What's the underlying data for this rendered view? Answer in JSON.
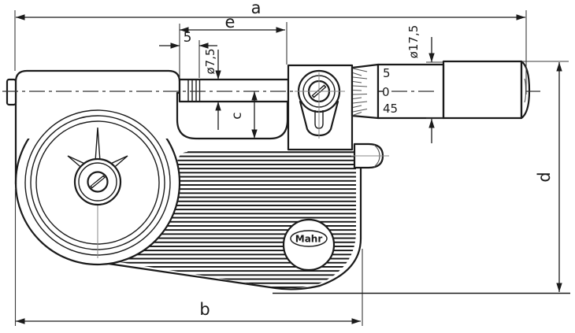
{
  "drawing": {
    "logo": "Mahr",
    "dimension_labels": {
      "a": "a",
      "e": "e",
      "b": "b",
      "c": "c",
      "d": "d",
      "tip_length": "5",
      "spindle_diameter": "ø7,5",
      "thimble_diameter": "ø17,5"
    },
    "thimble_scale": {
      "top": "5",
      "zero": "0",
      "bottom": "45"
    }
  }
}
